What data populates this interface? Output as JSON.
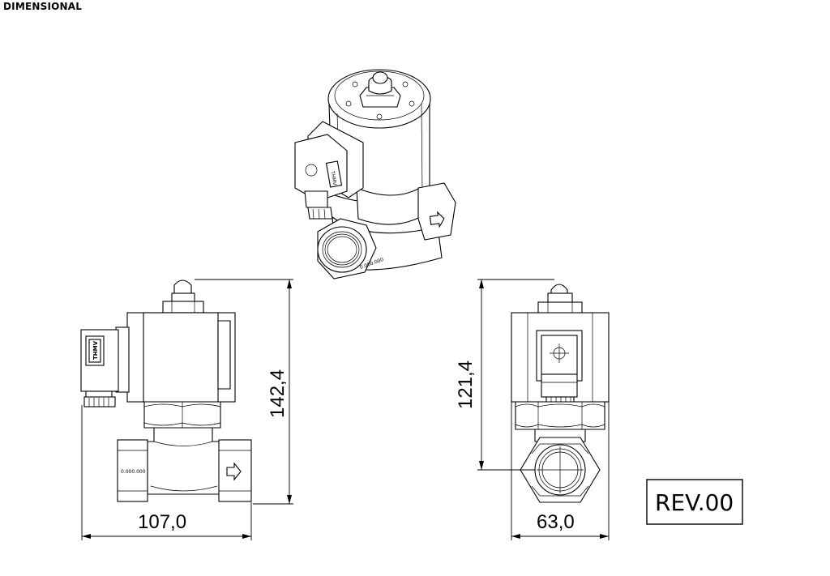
{
  "sheet": {
    "title": "DIMENSIONAL"
  },
  "dimensions": {
    "side_height": "142,4",
    "side_width": "107,0",
    "front_height": "121,4",
    "front_width": "63,0"
  },
  "marks": {
    "brand": "THMV",
    "body_number": "0.000.000"
  },
  "revision": {
    "label": "REV.00"
  }
}
